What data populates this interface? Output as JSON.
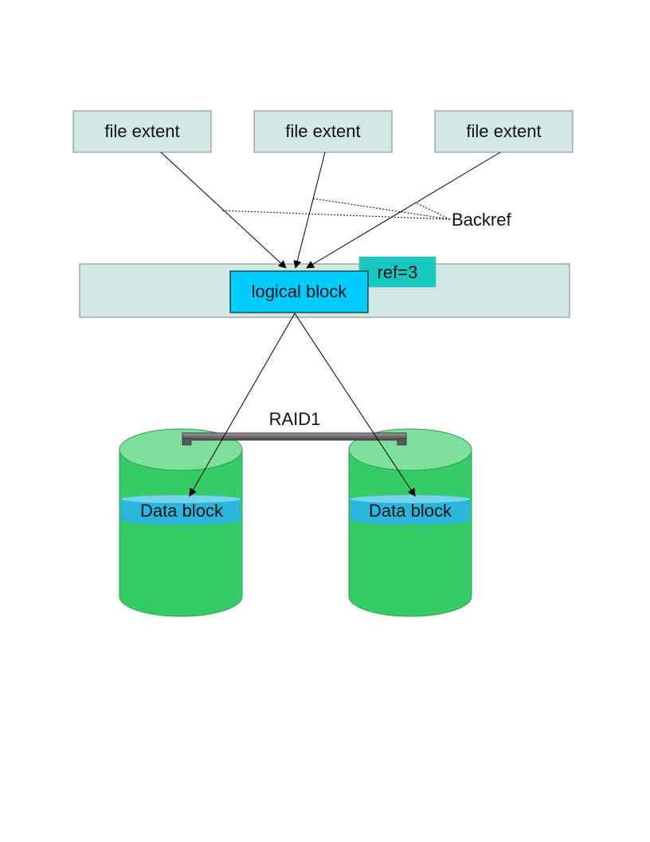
{
  "diagram": {
    "file_extents": [
      {
        "label": "file extent"
      },
      {
        "label": "file extent"
      },
      {
        "label": "file extent"
      }
    ],
    "backref_label": "Backref",
    "logical_block_label": "logical block",
    "ref_count_label": "ref=3",
    "raid_label": "RAID1",
    "disks": [
      {
        "data_block_label": "Data block"
      },
      {
        "data_block_label": "Data block"
      }
    ],
    "colors": {
      "extent_fill": "#d1e8e4",
      "extent_stroke": "#7a8a88",
      "logical_block_fill": "#00ccff",
      "ref_badge_fill": "#19c7c2",
      "disk_body": "#35cb67",
      "disk_top": "#7fdf9c",
      "data_block": "#2ab6dc",
      "raid_bar": "#707070"
    }
  }
}
